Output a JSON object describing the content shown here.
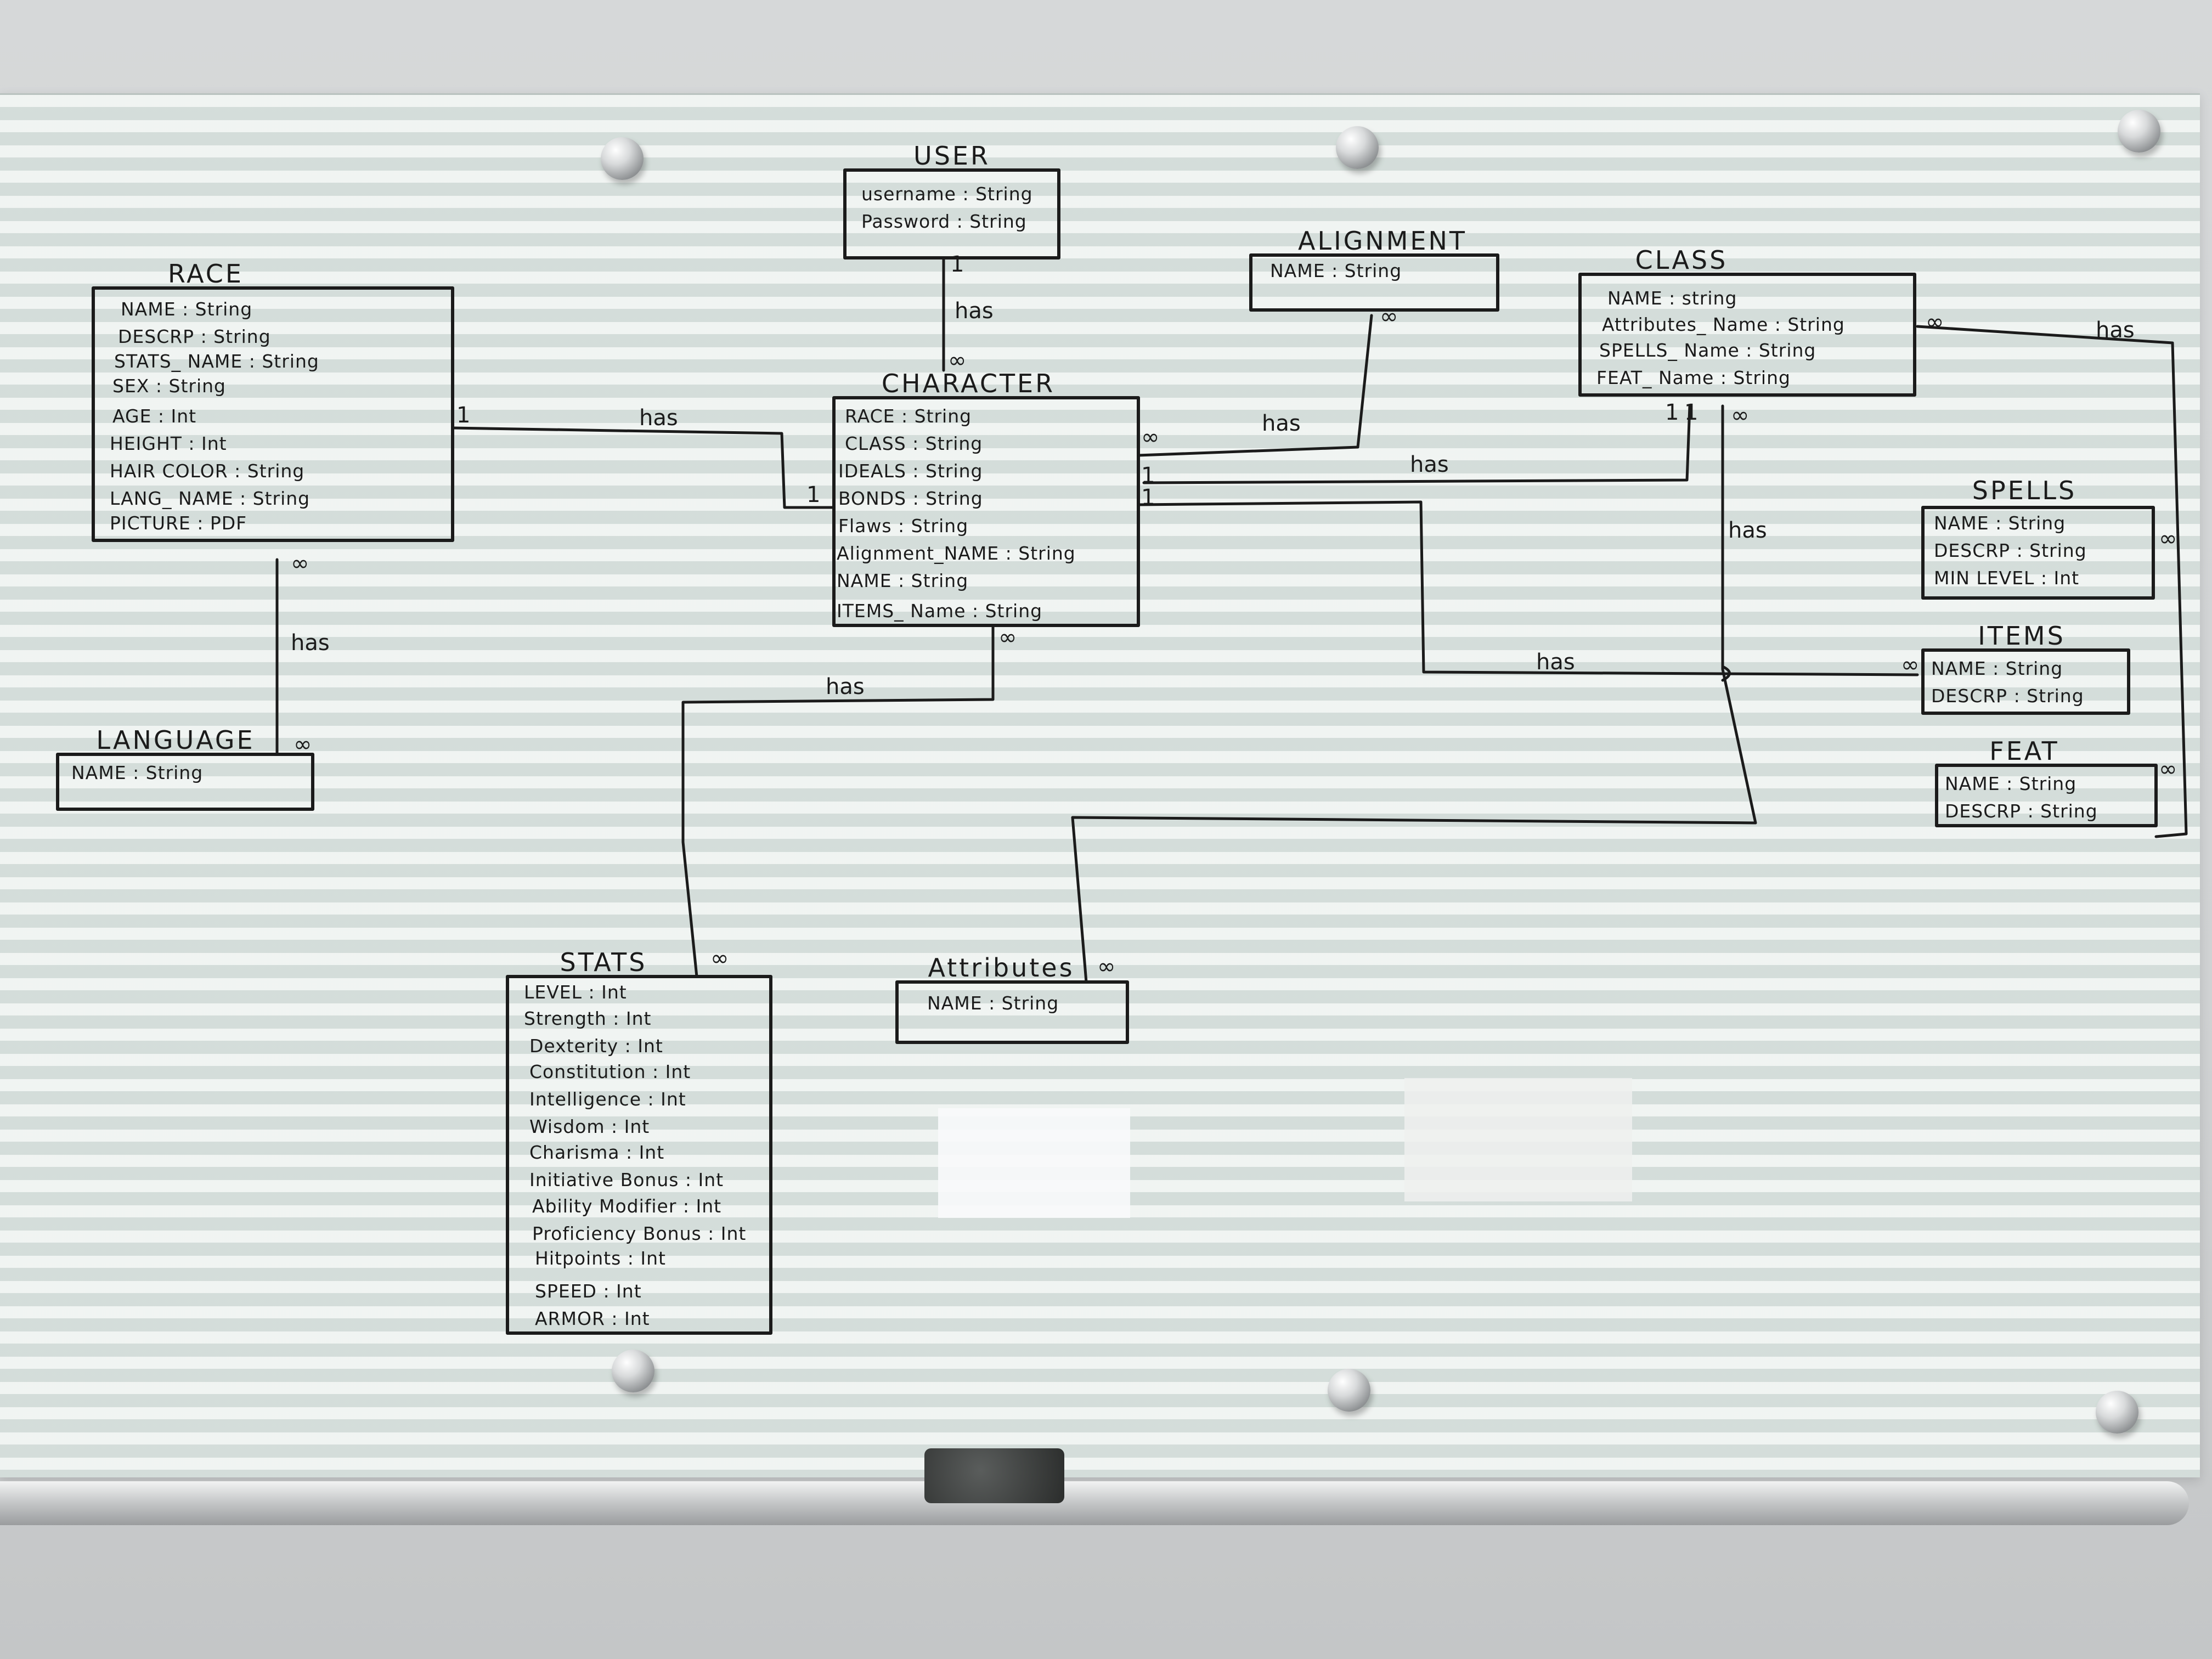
{
  "entities": {
    "user": {
      "title": "USER",
      "fields": [
        "username : String",
        "Password : String"
      ]
    },
    "race": {
      "title": "RACE",
      "fields": [
        "NAME : String",
        "DESCRP : String",
        "STATS_ NAME : String",
        "SEX : String",
        "AGE : Int",
        "HEIGHT : Int",
        "HAIR COLOR : String",
        "LANG_ NAME : String",
        "PICTURE : PDF"
      ]
    },
    "alignment": {
      "title": "ALIGNMENT",
      "fields": [
        "NAME : String"
      ]
    },
    "class": {
      "title": "CLASS",
      "fields": [
        "NAME : string",
        "Attributes_ Name : String",
        "SPELLS_ Name : String",
        "FEAT_ Name : String"
      ]
    },
    "character": {
      "title": "CHARACTER",
      "fields": [
        "RACE : String",
        "CLASS : String",
        "IDEALS : String",
        "BONDS : String",
        "Flaws : String",
        "Alignment_NAME : String",
        "NAME : String",
        "ITEMS_ Name : String"
      ]
    },
    "spells": {
      "title": "SPELLS",
      "fields": [
        "NAME : String",
        "DESCRP : String",
        "MIN LEVEL : Int"
      ]
    },
    "items": {
      "title": "ITEMS",
      "fields": [
        "NAME : String",
        "DESCRP : String"
      ]
    },
    "feat": {
      "title": "FEAT",
      "fields": [
        "NAME : String",
        "DESCRP : String"
      ]
    },
    "language": {
      "title": "LANGUAGE",
      "fields": [
        "NAME : String"
      ]
    },
    "stats": {
      "title": "STATS",
      "fields": [
        "LEVEL : Int",
        "Strength : Int",
        "Dexterity : Int",
        "Constitution : Int",
        "Intelligence : Int",
        "Wisdom : Int",
        "Charisma : Int",
        "Initiative Bonus : Int",
        "Ability Modifier : Int",
        "Proficiency Bonus : Int",
        "Hitpoints : Int",
        "SPEED : Int",
        "ARMOR : Int"
      ]
    },
    "attributes": {
      "title": "Attributes",
      "fields": [
        "NAME : String"
      ]
    }
  },
  "relationships": {
    "label": "has",
    "one": "1",
    "many": "∞"
  }
}
